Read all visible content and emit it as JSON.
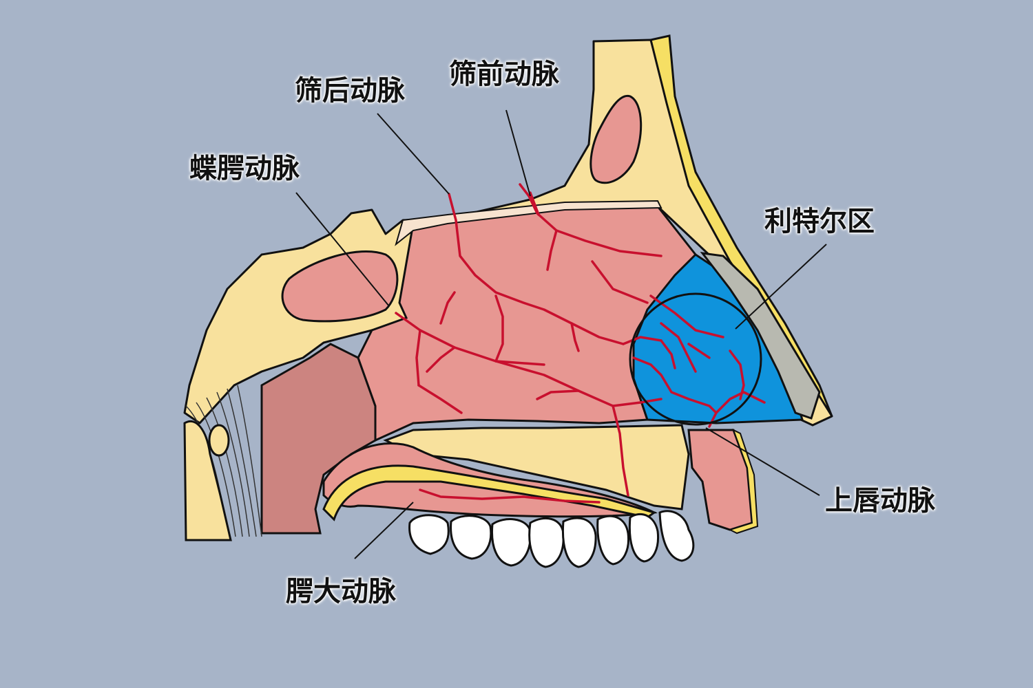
{
  "labels": {
    "posterior_ethmoidal": "筛后动脉",
    "anterior_ethmoidal": "筛前动脉",
    "sphenopalatine": "蝶腭动脉",
    "littles_area": "利特尔区",
    "superior_labial": "上唇动脉",
    "greater_palatine": "腭大动脉"
  },
  "colors": {
    "background": "#a7b4c8",
    "bone": "#f8e19d",
    "mucosa": "#e79792",
    "artery": "#c8102e",
    "littles_area": "#0f93dc",
    "cartilage": "#b8b9b0",
    "teeth": "#ffffff",
    "outline": "#111111"
  }
}
